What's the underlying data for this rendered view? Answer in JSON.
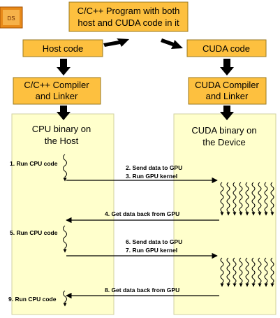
{
  "colors": {
    "box_fill": "#fdc03f",
    "box_stroke": "#8a6a10",
    "column_fill": "#ffffcc",
    "column_stroke": "#cccc99",
    "line": "#000000"
  },
  "logo": {
    "name": "logo-icon",
    "text": "DS"
  },
  "top_box": {
    "lines": [
      "C/C++ Program with both",
      "host and CUDA code in it"
    ]
  },
  "host_code": {
    "label": "Host code"
  },
  "cuda_code": {
    "label": "CUDA code"
  },
  "host_compiler": {
    "lines": [
      "C/C++ Compiler",
      "and Linker"
    ]
  },
  "cuda_compiler": {
    "lines": [
      "CUDA Compiler",
      "and Linker"
    ]
  },
  "host_column": {
    "lines": [
      "CPU binary on",
      "the Host"
    ]
  },
  "device_column": {
    "lines": [
      "CUDA binary on",
      "the Device"
    ]
  },
  "cpu_steps": [
    "1. Run CPU code",
    "5. Run CPU code",
    "9. Run CPU code"
  ],
  "transfer_labels": [
    "2. Send data to GPU",
    "3. Run GPU kernel",
    "4. Get data back from GPU",
    "6. Send data to GPU",
    "7. Run GPU kernel",
    "8. Get data back from GPU"
  ]
}
